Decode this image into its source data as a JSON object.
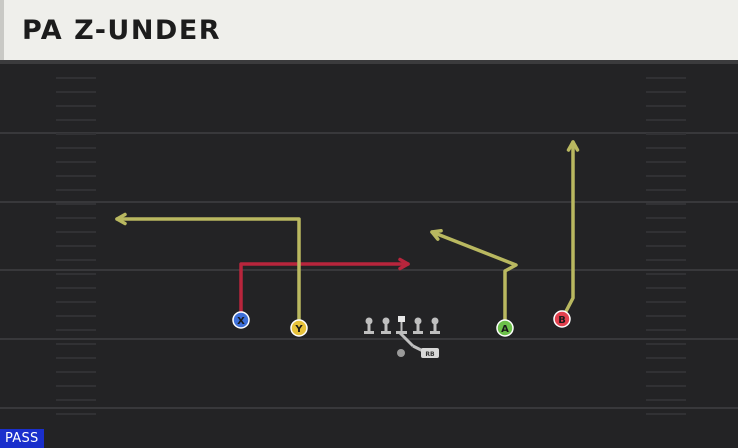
{
  "play": {
    "title": "PA Z-UNDER",
    "type_badge": "PASS"
  },
  "colors": {
    "field_background": "#232325",
    "route_yellow": "#b9b860",
    "route_red": "#b8253c",
    "header_background": "#efefeb",
    "badge_background": "#1a2fcc",
    "player_x": "#3d6fd8",
    "player_y": "#e8c23a",
    "player_a": "#6cc04a",
    "player_b": "#e2404e",
    "lineman": "#bfbfbf"
  },
  "players": [
    {
      "id": "x",
      "label": "X",
      "color_key": "player_x",
      "route_color_key": "route_red",
      "route": "vertical then in-breaking cross to the right"
    },
    {
      "id": "y",
      "label": "Y",
      "color_key": "player_y",
      "route_color_key": "route_yellow",
      "route": "vertical then out-breaking cross to the left"
    },
    {
      "id": "a",
      "label": "A",
      "color_key": "player_a",
      "route_color_key": "route_yellow",
      "route": "vertical then angled in"
    },
    {
      "id": "b",
      "label": "B",
      "color_key": "player_b",
      "route_color_key": "route_yellow",
      "route": "vertical go"
    },
    {
      "id": "rb",
      "label": "RB",
      "color_key": "lineman",
      "route": "play-action fake"
    }
  ],
  "icons": {
    "qb": "quarterback-icon",
    "lineman": "offensive-lineman-icon",
    "rb": "running-back-icon"
  }
}
